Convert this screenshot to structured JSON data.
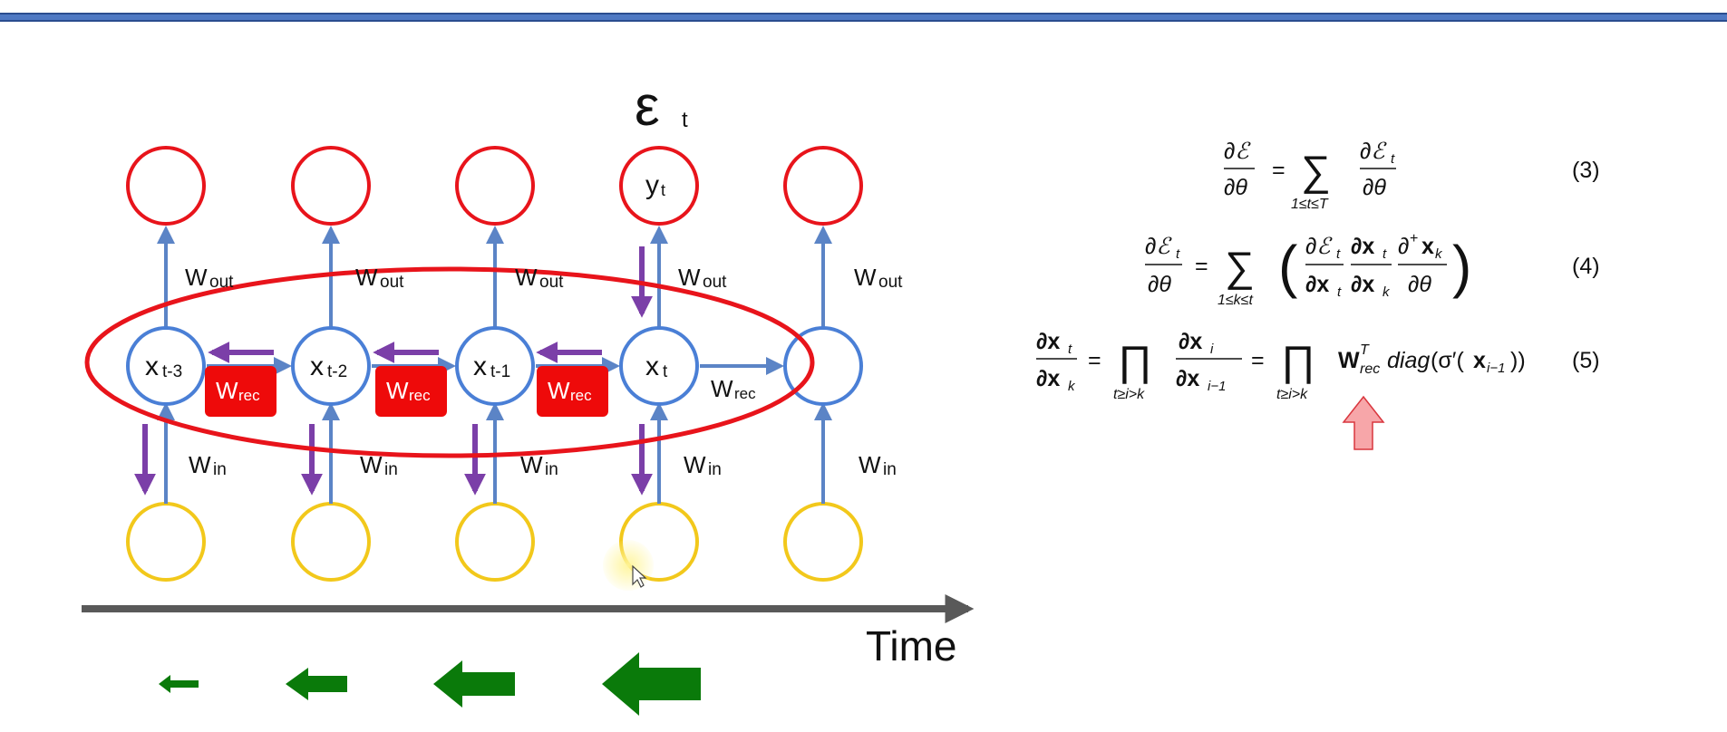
{
  "diagram": {
    "error_label": "ε",
    "error_sub": "t",
    "output_label": "y",
    "output_sub": "t",
    "hidden_nodes": [
      {
        "main": "x",
        "sub": "t-3"
      },
      {
        "main": "x",
        "sub": "t-2"
      },
      {
        "main": "x",
        "sub": "t-1"
      },
      {
        "main": "x",
        "sub": "t"
      },
      {
        "main": "",
        "sub": ""
      }
    ],
    "w_out_main": "W",
    "w_out_sub": "out",
    "w_in_main": "W",
    "w_in_sub": "in",
    "w_rec_main": "W",
    "w_rec_sub": "rec",
    "time_label": "Time",
    "colors": {
      "output": "#e8141b",
      "hidden": "#4a7fd6",
      "input": "#f2c81b",
      "arrow": "#5b84c6",
      "backprop": "#7b3fa8",
      "gradient": "#0a7a0a",
      "wrec_box": "#ee0a0a",
      "ellipse": "#e8141b",
      "timeline": "#595959",
      "highlight_arrow": "#f7a6a9"
    }
  },
  "equations": [
    {
      "number": "(3)"
    },
    {
      "number": "(4)"
    },
    {
      "number": "(5)"
    }
  ]
}
